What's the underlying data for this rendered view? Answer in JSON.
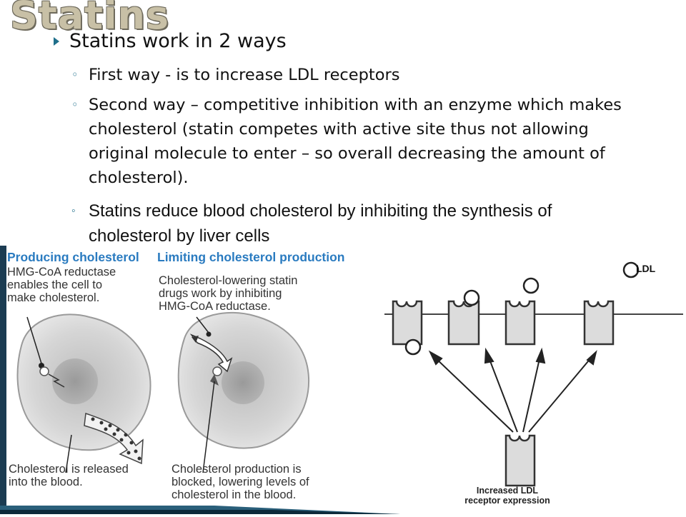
{
  "slide": {
    "title": "Statins"
  },
  "main_bullet": "Statins work in 2 ways",
  "sub_bullets": [
    {
      "marker": "◦",
      "text": "First way - is to increase LDL receptors"
    },
    {
      "marker": "◦",
      "text": "Second way – competitive inhibition with an enzyme which makes cholesterol (statin competes with active site thus not allowing original molecule to enter – so overall decreasing the amount of cholesterol)."
    },
    {
      "marker": "◦",
      "text": "Statins reduce blood cholesterol by inhibiting the synthesis of cholesterol by liver cells"
    }
  ],
  "figure_left": {
    "panel1": {
      "heading": "Producing cholesterol",
      "top_text": [
        "HMG-CoA reductase",
        "enables the cell to",
        "make cholesterol."
      ],
      "bottom_text": [
        "Cholesterol is released",
        "into the blood."
      ]
    },
    "panel2": {
      "heading": "Limiting cholesterol production",
      "top_text": [
        "Cholesterol-lowering statin",
        "drugs work by inhibiting",
        "HMG-CoA reductase."
      ],
      "bottom_text": [
        "Cholesterol production is",
        "blocked, lowering levels of",
        "cholesterol in the blood."
      ]
    }
  },
  "figure_right": {
    "legend_label": "LDL",
    "caption": [
      "Increased LDL",
      "receptor expression"
    ]
  },
  "colors": {
    "accent": "#1f6f8b",
    "heading_blue": "#2a7bc0",
    "title_fill": "#c8c0a6"
  }
}
